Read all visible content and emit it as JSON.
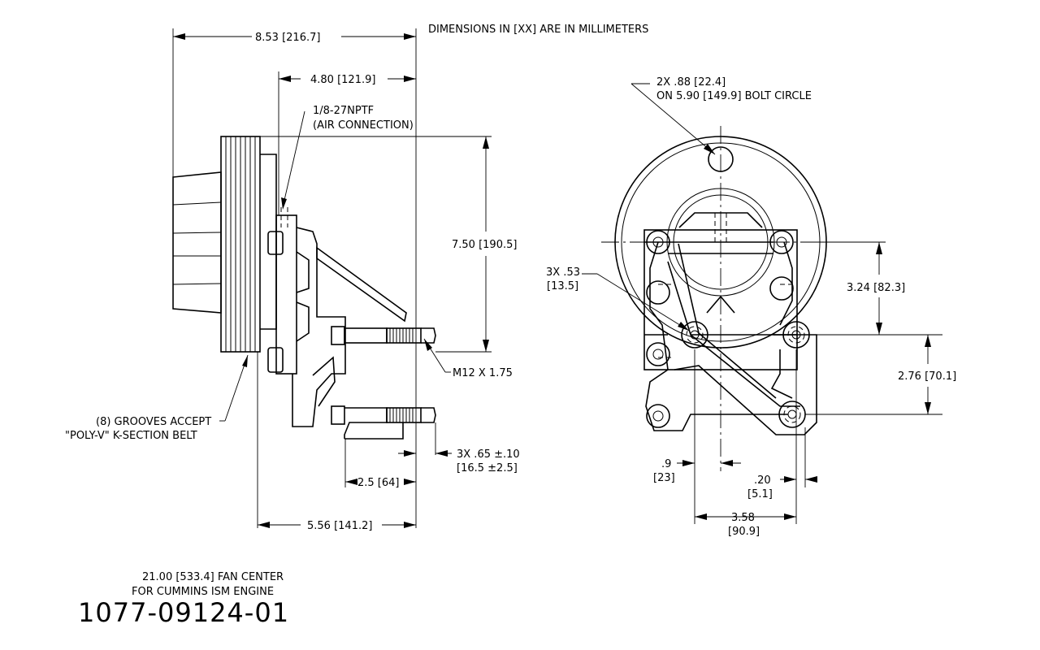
{
  "notes": {
    "units_note": "DIMENSIONS IN [XX] ARE IN MILLIMETERS",
    "fan_center_line1": "21.00 [533.4] FAN CENTER",
    "fan_center_line2": "FOR CUMMINS ISM ENGINE",
    "part_number": "1077-09124-01"
  },
  "side_view": {
    "overall_length": "8.53 [216.7]",
    "mount_length": "4.80 [121.9]",
    "air_connection_line1": "1/8-27NPTF",
    "air_connection_line2": "(AIR CONNECTION)",
    "height": "7.50 [190.5]",
    "thread": "M12 X 1.75",
    "grooves_line1": "(8) GROOVES ACCEPT",
    "grooves_line2": "\"POLY-V\" K-SECTION BELT",
    "stud_line1": "3X .65 ±.10",
    "stud_line2": "[16.5 ±2.5]",
    "stud_offset": "2.5 [64]",
    "base_length": "5.56 [141.2]"
  },
  "front_view": {
    "bolt_hole_line1": "2X .88 [22.4]",
    "bolt_hole_line2": "ON 5.90 [149.9] BOLT CIRCLE",
    "mount_hole_line1": "3X .53",
    "mount_hole_line2": "[13.5]",
    "vertical_upper": "3.24 [82.3]",
    "vertical_lower": "2.76 [70.1]",
    "offset_small_line1": ".9",
    "offset_small_line2": "[23]",
    "offset_edge_line1": ".20",
    "offset_edge_line2": "[5.1]",
    "hole_spacing_line1": "3.58",
    "hole_spacing_line2": "[90.9]"
  }
}
